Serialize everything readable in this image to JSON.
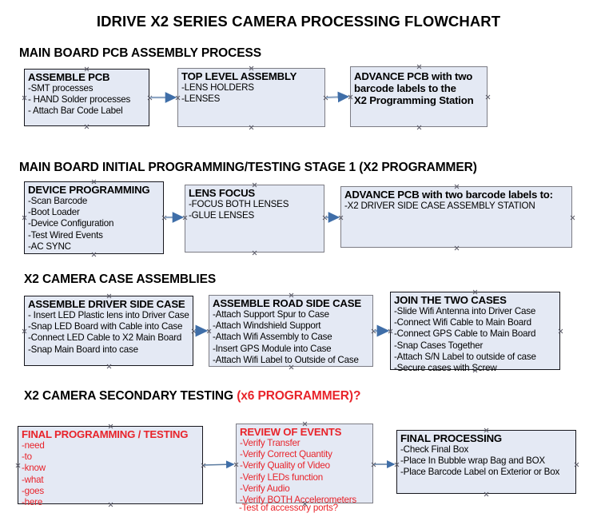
{
  "title": "IDRIVE X2  SERIES CAMERA PROCESSING FLOWCHART",
  "colors": {
    "node_fill": "#e4e9f4",
    "node_border": "#16161d",
    "node_border_gray": "#7c7c84",
    "arrow": "#8ea6c4",
    "arrow_head": "#3f6ea8",
    "red_text": "#e8232a",
    "text": "#000000"
  },
  "sections": [
    {
      "header": "MAIN BOARD PCB ASSEMBLY PROCESS",
      "header_red": "",
      "nodes": [
        {
          "title": "ASSEMBLE PCB",
          "lines": [
            "-SMT processes",
            "- HAND Solder processes",
            "- Attach Bar Code Label"
          ]
        },
        {
          "title": "TOP LEVEL ASSEMBLY",
          "lines": [
            "-LENS HOLDERS",
            "-LENSES"
          ]
        },
        {
          "title": "ADVANCE PCB with two",
          "lines": [
            "barcode labels to the",
            " X2 Programming Station"
          ]
        }
      ]
    },
    {
      "header": "MAIN BOARD INITIAL PROGRAMMING/TESTING STAGE 1 (X2 PROGRAMMER)",
      "header_red": "",
      "nodes": [
        {
          "title": "DEVICE PROGRAMMING",
          "lines": [
            "-Scan Barcode",
            "-Boot Loader",
            "-Device Configuration",
            "-Test Wired Events",
            "-AC SYNC"
          ]
        },
        {
          "title": "LENS FOCUS",
          "lines": [
            "-FOCUS BOTH LENSES",
            "-GLUE LENSES"
          ]
        },
        {
          "title": "ADVANCE PCB with two barcode labels to:",
          "lines": [
            "-X2 DRIVER  SIDE  CASE  ASSEMBLY STATION"
          ]
        }
      ]
    },
    {
      "header": "X2 CAMERA CASE ASSEMBLIES",
      "header_red": "",
      "nodes": [
        {
          "title": "ASSEMBLE DRIVER SIDE CASE",
          "lines": [
            "- Insert LED Plastic lens into Driver Case",
            "-Snap LED Board with Cable into Case",
            "-Connect LED Cable to X2 Main Board",
            "-Snap Main Board into case"
          ]
        },
        {
          "title": "ASSEMBLE ROAD SIDE CASE",
          "lines": [
            "-Attach Support Spur to Case",
            "-Attach Windshield Support",
            "-Attach Wifi Assembly to Case",
            "-Insert GPS Module into Case",
            "-Attach Wifi Label to Outside of Case"
          ]
        },
        {
          "title": "JOIN THE TWO CASES",
          "lines": [
            "-Slide Wifi Antenna into Driver Case",
            "-Connect Wifi Cable to Main Board",
            "-Connect GPS Cable to Main Board",
            "-Snap Cases Together",
            "-Attach S/N Label to outside of case",
            "-Secure cases with Screw"
          ]
        }
      ]
    },
    {
      "header": "X2 CAMERA SECONDARY TESTING ",
      "header_red": "(x6 PROGRAMMER)?",
      "nodes": [
        {
          "title": "FINAL PROGRAMMING / TESTING",
          "lines": [
            "-need",
            "-to",
            "-know",
            "-what",
            "-goes",
            "-here"
          ]
        },
        {
          "title": "REVIEW OF EVENTS",
          "lines": [
            "-Verify Transfer",
            "-Verify Correct Quantity",
            "-Verify Quality of Video",
            "-Verify LEDs function",
            "-Verify Audio",
            "-Verify BOTH Accelerometers"
          ],
          "overflow_line": "-Test of accessory ports?"
        },
        {
          "title": "FINAL PROCESSING",
          "lines": [
            " -Check Final Box",
            "-Place In Bubble wrap Bag and BOX",
            "-Place Barcode Label on Exterior or Box"
          ]
        }
      ]
    }
  ]
}
